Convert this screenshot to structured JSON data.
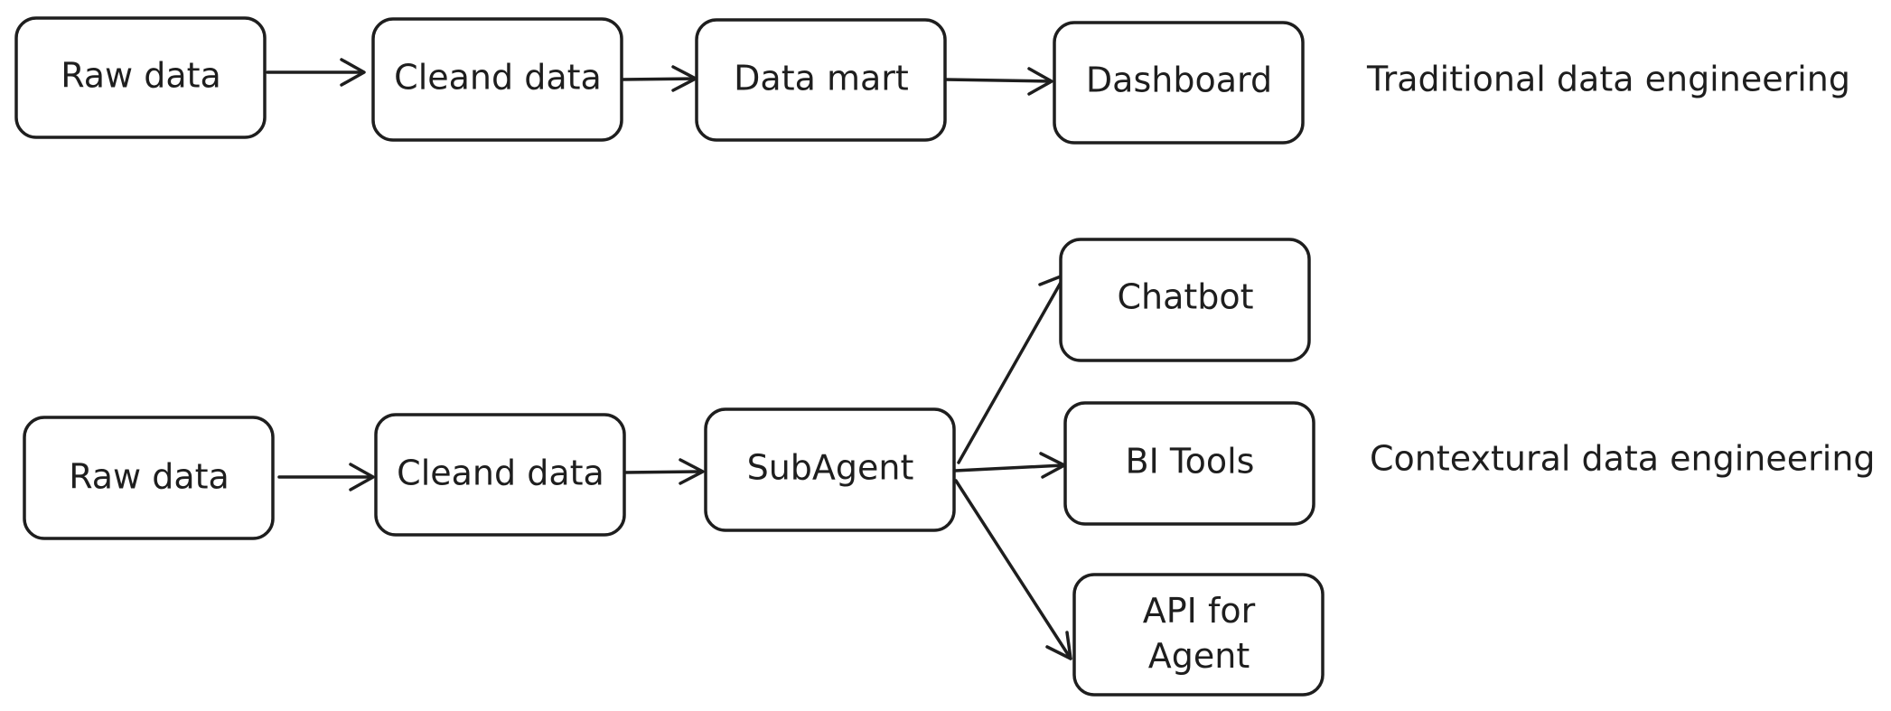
{
  "diagram": {
    "rows": [
      {
        "caption": "Traditional data engineering",
        "nodes": [
          {
            "id": "t-raw",
            "label": "Raw data"
          },
          {
            "id": "t-clean",
            "label": "Cleand data"
          },
          {
            "id": "t-mart",
            "label": "Data mart"
          },
          {
            "id": "t-dash",
            "label": "Dashboard"
          }
        ]
      },
      {
        "caption": "Contextural data engineering",
        "nodes": [
          {
            "id": "c-raw",
            "label": "Raw data"
          },
          {
            "id": "c-clean",
            "label": "Cleand data"
          },
          {
            "id": "c-sub",
            "label": "SubAgent"
          },
          {
            "id": "c-chat",
            "label": "Chatbot"
          },
          {
            "id": "c-bi",
            "label": "BI Tools"
          },
          {
            "id": "c-api",
            "label": "API for Agent"
          }
        ]
      }
    ],
    "edges": [
      {
        "from": "t-raw",
        "to": "t-clean"
      },
      {
        "from": "t-clean",
        "to": "t-mart"
      },
      {
        "from": "t-mart",
        "to": "t-dash"
      },
      {
        "from": "c-raw",
        "to": "c-clean"
      },
      {
        "from": "c-clean",
        "to": "c-sub"
      },
      {
        "from": "c-sub",
        "to": "c-chat"
      },
      {
        "from": "c-sub",
        "to": "c-bi"
      },
      {
        "from": "c-sub",
        "to": "c-api"
      }
    ],
    "colors": {
      "stroke": "#1e1e1e",
      "fill": "#ffffff",
      "background": "#ffffff"
    }
  }
}
